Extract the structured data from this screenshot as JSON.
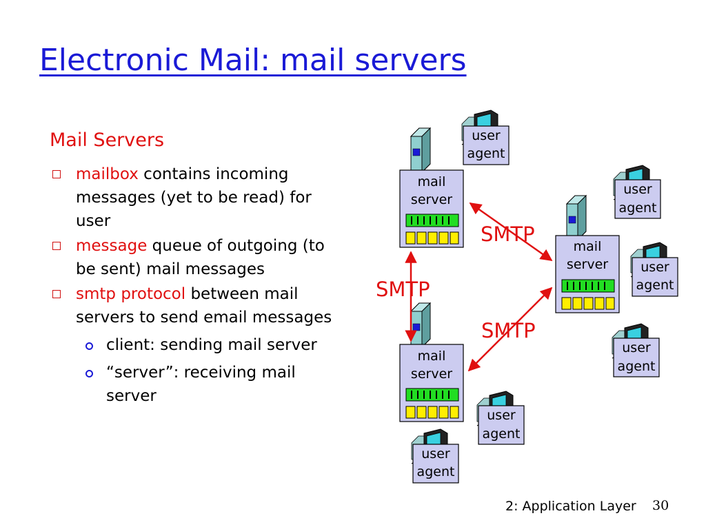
{
  "slide": {
    "title": "Electronic Mail: mail servers",
    "subheading": "Mail Servers",
    "bullets": [
      {
        "keyword": "mailbox",
        "text": " contains incoming messages (yet to be read) for user"
      },
      {
        "keyword": "message",
        "text": " queue of outgoing (to be sent) mail messages"
      },
      {
        "keyword": "smtp protocol",
        "text": " between mail servers to send email messages"
      }
    ],
    "sub_bullets": [
      "client: sending mail server",
      "“server”: receiving mail server"
    ],
    "footer": "2: Application Layer",
    "page_number": "30"
  },
  "diagram": {
    "mail_server_label_1": "mail",
    "mail_server_label_2": "server",
    "user_agent_label_1": "user",
    "user_agent_label_2": "agent",
    "protocol_label": "SMTP"
  },
  "colors": {
    "title": "#1a1ad6",
    "accent_red": "#e01010",
    "server_box": "#ccccf0",
    "queue_green": "#22dd22",
    "mailbox_yellow": "#ffee00",
    "tower": "#8fcfcf"
  }
}
